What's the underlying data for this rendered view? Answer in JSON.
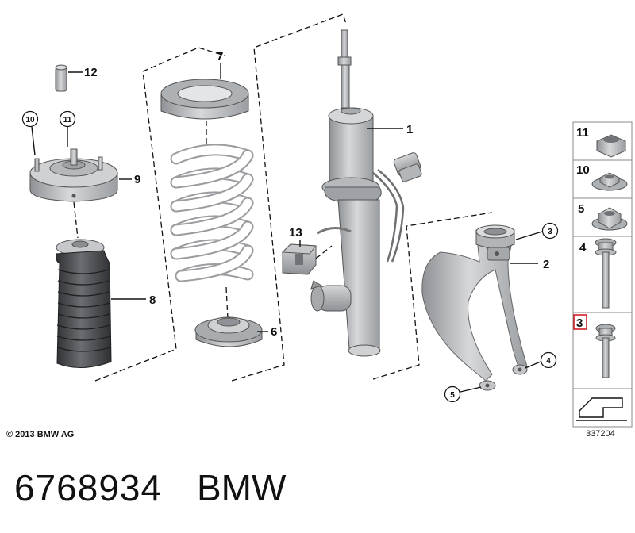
{
  "diagram": {
    "callouts": {
      "c1": "1",
      "c2": "2",
      "c3": "3",
      "c4": "4",
      "c5": "5",
      "c6": "6",
      "c7": "7",
      "c8": "8",
      "c9": "9",
      "c10": "10",
      "c11": "11",
      "c12": "12",
      "c13": "13"
    },
    "side_panel": {
      "p11": "11",
      "p10": "10",
      "p5": "5",
      "p4": "4",
      "p3": "3"
    },
    "colors": {
      "part_gray": "#b9bcbf",
      "part_dark": "#8e9195",
      "boot_dark": "#3d3f42",
      "highlight_red": "#d0202a"
    }
  },
  "footer": {
    "copyright": "© 2013 BMW AG",
    "ref_number": "337204",
    "part_number": "6768934",
    "brand": "BMW"
  }
}
